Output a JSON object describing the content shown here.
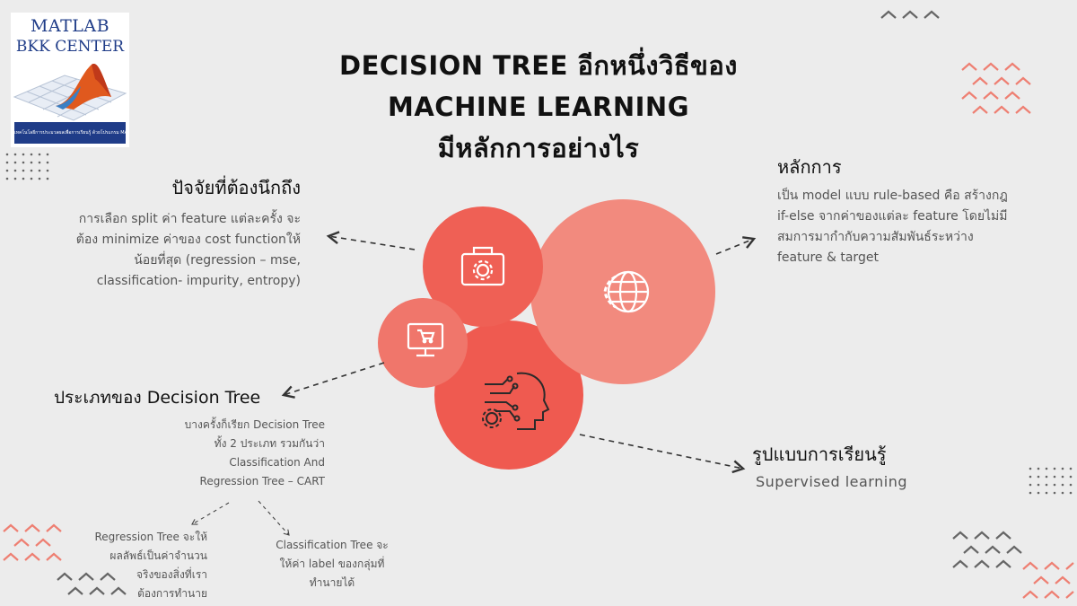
{
  "logo": {
    "line1": "MATLAB",
    "line2": "BKK CENTER",
    "strip": "เทคโนโลยีการประมวลผลเพื่อการเรียนรู้ ด้วยโปรแกรม MATLAB"
  },
  "title": {
    "line1": "DECISION TREE อีกหนึ่งวิธีของ",
    "line2": "MACHINE LEARNING",
    "line3": "มีหลักการอย่างไร"
  },
  "factors": {
    "heading": "ปัจจัยที่ต้องนึกถึง",
    "line1": "การเลือก split ค่า feature แต่ละครั้ง จะ",
    "line2": "ต้อง minimize ค่าของ cost functionให้",
    "line3": "น้อยที่สุด (regression – mse,",
    "line4": "classification- impurity, entropy)"
  },
  "principle": {
    "heading": "หลักการ",
    "line1": "เป็น model แบบ rule-based คือ สร้างกฎ",
    "line2": "if-else จากค่าของแต่ละ feature โดยไม่มี",
    "line3": "สมการมากำกับความสัมพันธ์ระหว่าง",
    "line4": "feature & target"
  },
  "types": {
    "heading": "ประเภทของ Decision Tree",
    "line1": "บางครั้งก็เรียก Decision Tree",
    "line2": "ทั้ง 2 ประเภท รวมกันว่า",
    "line3": "Classification And",
    "line4": "Regression Tree – CART"
  },
  "learning": {
    "heading": "รูปแบบการเรียนรู้",
    "value": "Supervised learning"
  },
  "regression_tree": {
    "line1": "Regression Tree จะให้",
    "line2": "ผลลัพธ์เป็นค่าจำนวน",
    "line3": "จริงของสิ่งที่เรา",
    "line4": "ต้องการทำนาย"
  },
  "classification_tree": {
    "line1": "Classification Tree จะ",
    "line2": "ให้ค่า label ของกลุ่มที่",
    "line3": "ทำนายได้"
  },
  "colors": {
    "background": "#ececec",
    "circle_dark": "#ef5a50",
    "circle_mid": "#f0766b",
    "circle_light": "#f28a7e",
    "chevron_dark": "#666666",
    "chevron_coral": "#ee7f72"
  },
  "icons": [
    "briefcase-gear-icon",
    "globe-gear-icon",
    "monitor-cart-icon",
    "ai-head-gear-icon"
  ]
}
